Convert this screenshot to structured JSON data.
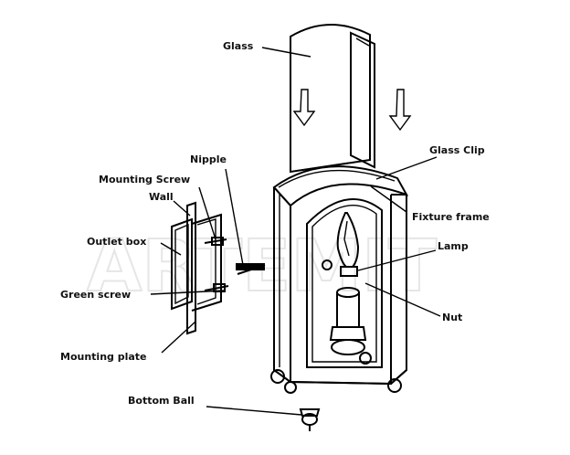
{
  "watermark": "ARTEMIT",
  "labels": {
    "glass": "Glass",
    "glass_clip": "Glass Clip",
    "fixture_frame": "Fixture frame",
    "lamp": "Lamp",
    "nut": "Nut",
    "nipple": "Nipple",
    "mounting_screw": "Mounting Screw",
    "wall": "Wall",
    "outlet_box": "Outlet box",
    "green_screw": "Green screw",
    "mounting_plate": "Mounting plate",
    "bottom_ball": "Bottom Ball"
  }
}
